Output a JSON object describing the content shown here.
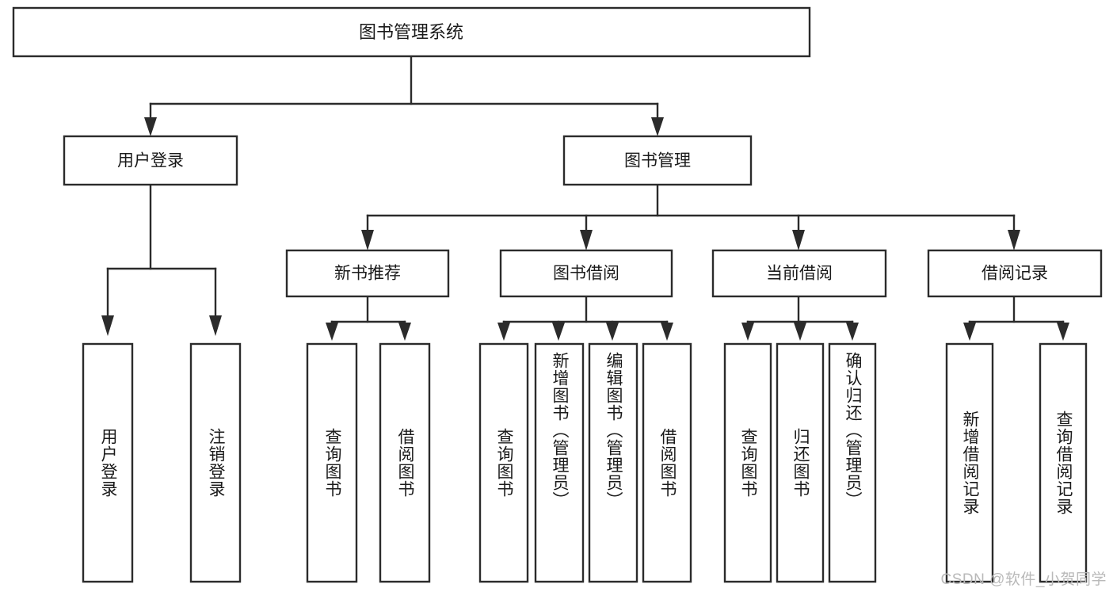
{
  "diagram": {
    "title": "图书管理系统",
    "watermark": "CSDN @软件_小贺同学",
    "stroke_color": "#2b2b2b",
    "fill_color": "#ffffff",
    "text_color": "#1a1a1a",
    "watermark_color": "#b9b9b9",
    "type": "tree-hierarchy-chart",
    "root": {
      "label": "图书管理系统"
    },
    "level1": [
      {
        "label": "用户登录"
      },
      {
        "label": "图书管理"
      }
    ],
    "level2": [
      {
        "label": "新书推荐"
      },
      {
        "label": "图书借阅"
      },
      {
        "label": "当前借阅"
      },
      {
        "label": "借阅记录"
      }
    ],
    "leaves": {
      "user_login": [
        {
          "label": "用户登录"
        },
        {
          "label": "注销登录"
        }
      ],
      "new_book": [
        {
          "label": "查询图书"
        },
        {
          "label": "借阅图书"
        }
      ],
      "borrow_book": [
        {
          "label": "查询图书"
        },
        {
          "label": "新增图书（管理员）"
        },
        {
          "label": "编辑图书（管理员）"
        },
        {
          "label": "借阅图书"
        }
      ],
      "current_borrow": [
        {
          "label": "查询图书"
        },
        {
          "label": "归还图书"
        },
        {
          "label": "确认归还（管理员）"
        }
      ],
      "borrow_record": [
        {
          "label": "新增借阅记录"
        },
        {
          "label": "查询借阅记录"
        }
      ]
    }
  }
}
